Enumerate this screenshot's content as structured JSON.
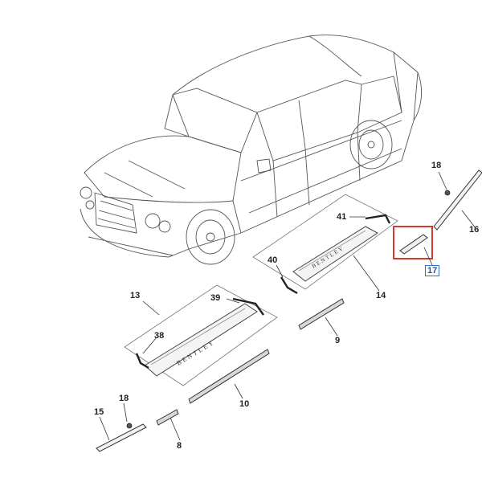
{
  "callouts": [
    {
      "id": "c18a",
      "label": "18"
    },
    {
      "id": "c16",
      "label": "16"
    },
    {
      "id": "c41",
      "label": "41"
    },
    {
      "id": "c17",
      "label": "17",
      "highlighted": true
    },
    {
      "id": "c40",
      "label": "40"
    },
    {
      "id": "c14",
      "label": "14"
    },
    {
      "id": "c13",
      "label": "13"
    },
    {
      "id": "c39",
      "label": "39"
    },
    {
      "id": "c9",
      "label": "9"
    },
    {
      "id": "c38",
      "label": "38"
    },
    {
      "id": "c10",
      "label": "10"
    },
    {
      "id": "c18b",
      "label": "18"
    },
    {
      "id": "c15",
      "label": "15"
    },
    {
      "id": "c8",
      "label": "8"
    }
  ],
  "tread_plate_text_front": "BENTLEY",
  "tread_plate_text_rear": "BENTLEY",
  "colors": {
    "highlight_box": "#d23a2a",
    "callout_box": "#2a6fd6",
    "line": "#333333"
  }
}
